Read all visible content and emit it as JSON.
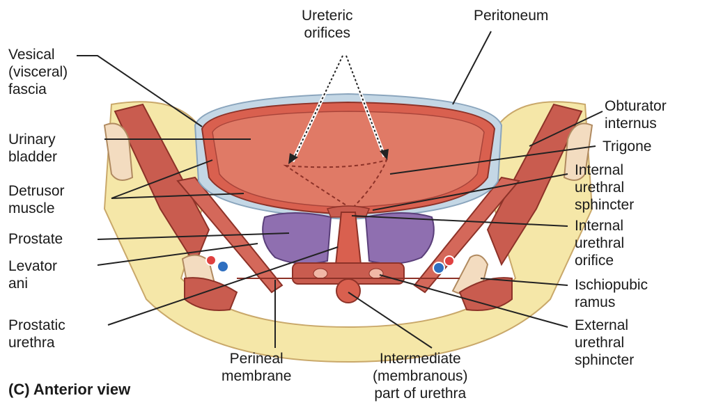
{
  "caption": "(C) Anterior view",
  "labels": {
    "ureteric_orifices": "Ureteric\norifices",
    "peritoneum": "Peritoneum",
    "vesical_fascia": "Vesical\n(visceral)\nfascia",
    "urinary_bladder": "Urinary\nbladder",
    "detrusor_muscle": "Detrusor\nmuscle",
    "prostate": "Prostate",
    "levator_ani": "Levator\nani",
    "prostatic_urethra": "Prostatic\nurethra",
    "perineal_membrane": "Perineal\nmembrane",
    "intermediate_urethra": "Intermediate\n(membranous)\npart of urethra",
    "obturator_internus": "Obturator\ninternus",
    "trigone": "Trigone",
    "internal_urethral_sphincter": "Internal\nurethral\nsphincter",
    "internal_urethral_orifice": "Internal\nurethral\norifice",
    "ischiopubic_ramus": "Ischiopubic\nramus",
    "external_urethral_sphincter": "External\nurethral\nsphincter"
  },
  "colors": {
    "fat": "#f5e7a8",
    "muscle": "#c95c4f",
    "muscle_light": "#e28a78",
    "lumen": "#d9604f",
    "prostate": "#8f6fb0",
    "bone": "#f3dcc0",
    "membrane": "#c4d7e5",
    "leader": "#222222"
  }
}
